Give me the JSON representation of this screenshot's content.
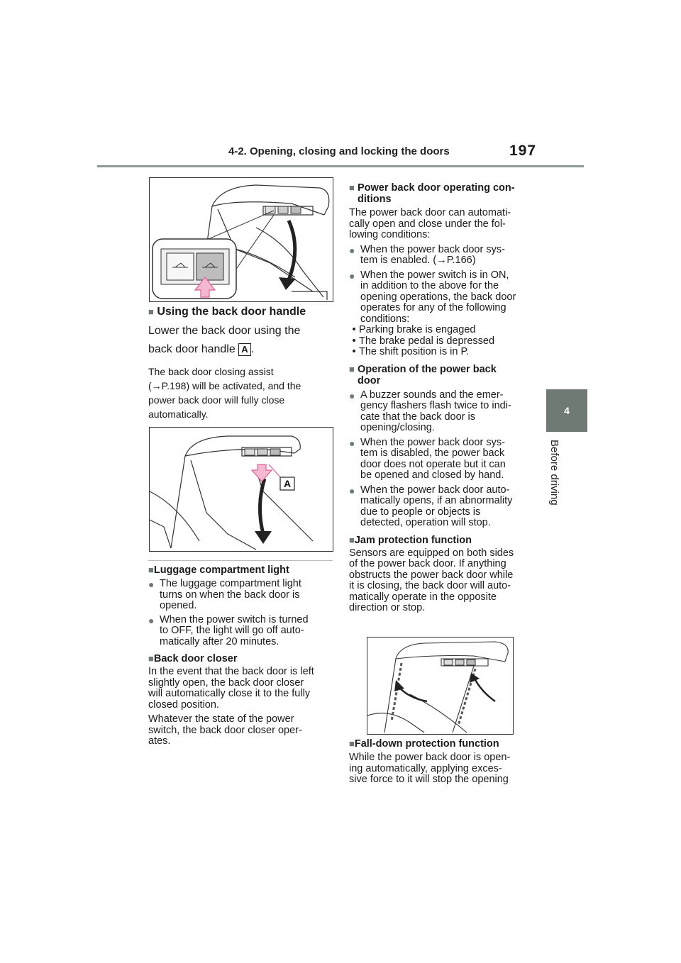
{
  "header": {
    "section_title": "4-2. Opening, closing and locking the doors",
    "page_number": "197"
  },
  "side_tab": {
    "chapter_number": "4",
    "chapter_title": "Before driving"
  },
  "left": {
    "heading": "Using the back door handle",
    "body_line1": "Lower the back door using the",
    "body_line2": "back door handle",
    "body_line2_end": ".",
    "label_a": "A",
    "note_lines": [
      "The back door closing assist",
      "(→P.198) will be activated, and the",
      "power back door will fully close",
      "automatically."
    ],
    "fig2_label": "A",
    "luggage": {
      "title": "Luggage compartment light",
      "bullets": [
        [
          "The luggage compartment light",
          "turns on when the back door is",
          "opened."
        ],
        [
          "When the power switch is turned",
          "to OFF, the light will go off auto-",
          "matically after 20 minutes."
        ]
      ]
    },
    "closer": {
      "title": "Back door closer",
      "para1": [
        "In the event that the back door is left",
        "slightly open, the back door closer",
        "will automatically close it to the fully",
        "closed position."
      ],
      "para2": [
        "Whatever the state of the power",
        "switch, the back door closer oper-",
        "ates."
      ]
    }
  },
  "right": {
    "conditions": {
      "title_lines": [
        "Power back door operating con-",
        "ditions"
      ],
      "intro": [
        "The power back door can automati-",
        "cally open and close under the fol-",
        "lowing conditions:"
      ],
      "bullet1": [
        "When the power back door sys-",
        "tem is enabled. (→P.166)"
      ],
      "bullet2": [
        "When the power switch is in ON,",
        "in addition to the above for the",
        "opening operations, the back door",
        "operates for any of the following",
        "conditions:"
      ],
      "subs": [
        "Parking brake is engaged",
        "The brake pedal is depressed",
        "The shift position is in P."
      ]
    },
    "operation": {
      "title_lines": [
        "Operation of the power back",
        "door"
      ],
      "bullets": [
        [
          "A buzzer sounds and the emer-",
          "gency flashers flash twice to indi-",
          "cate that the back door is",
          "opening/closing."
        ],
        [
          "When the power back door sys-",
          "tem is disabled, the power back",
          "door does not operate but it can",
          "be opened and closed by hand."
        ],
        [
          "When the power back door auto-",
          "matically opens, if an abnormality",
          "due to people or objects is",
          "detected, operation will stop."
        ]
      ]
    },
    "jam": {
      "title": "Jam protection function",
      "para": [
        "Sensors are equipped on both sides",
        "of the power back door. If anything",
        "obstructs the power back door while",
        "it is closing, the back door will auto-",
        "matically operate in the opposite",
        "direction or stop."
      ]
    },
    "falldown": {
      "title": "Fall-down protection function",
      "para": [
        "While the power back door is open-",
        "ing automatically, applying exces-",
        "sive force to it will stop the opening"
      ]
    }
  },
  "colors": {
    "accent_gray": "#6f7a74",
    "arrow_pink": "#f4b8d0",
    "arrow_pink_stroke": "#e0609a"
  }
}
